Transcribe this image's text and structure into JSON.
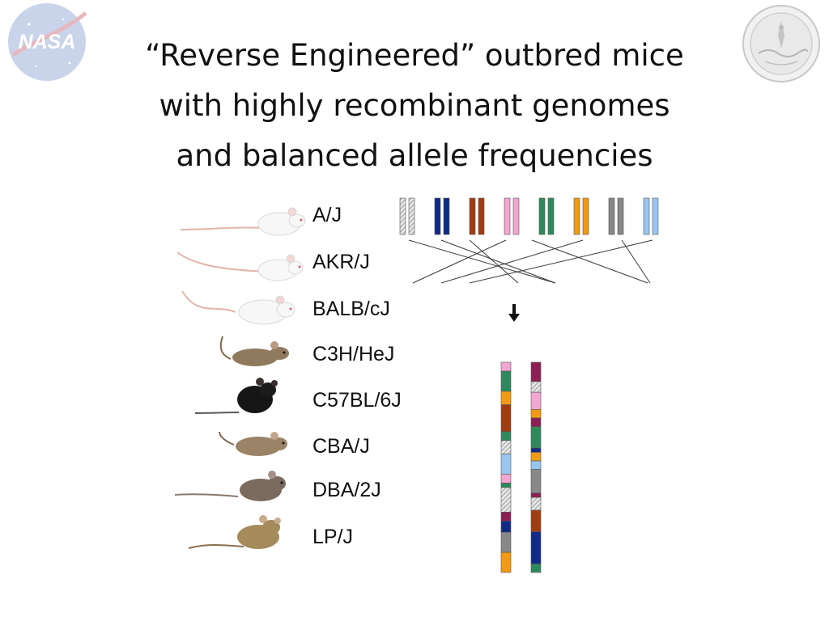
{
  "title": {
    "line1": "“Reverse Engineered” outbred mice",
    "line2": "with highly recombinant genomes",
    "line3": "and balanced allele frequencies"
  },
  "logos": {
    "nasa_text": "NASA"
  },
  "colors": {
    "hatched": "#9a9a9a",
    "navy": "#102a88",
    "rust": "#a23c10",
    "pink": "#f2a6d2",
    "green": "#2e8a5c",
    "orange": "#f29b12",
    "gray": "#888888",
    "light_blue": "#98c6f0",
    "maroon": "#8c1f55"
  },
  "strains": [
    {
      "label": "A/J",
      "coat": "white",
      "founder_color": "hatched"
    },
    {
      "label": "AKR/J",
      "coat": "white",
      "founder_color": "navy"
    },
    {
      "label": "BALB/cJ",
      "coat": "white",
      "founder_color": "rust"
    },
    {
      "label": "C3H/HeJ",
      "coat": "agouti",
      "founder_color": "pink"
    },
    {
      "label": "C57BL/6J",
      "coat": "black",
      "founder_color": "green"
    },
    {
      "label": "CBA/J",
      "coat": "agouti",
      "founder_color": "orange"
    },
    {
      "label": "DBA/2J",
      "coat": "brown",
      "founder_color": "gray"
    },
    {
      "label": "LP/J",
      "coat": "agouti",
      "founder_color": "light_blue"
    }
  ],
  "founder_chromosomes": [
    "hatched",
    "navy",
    "rust",
    "pink",
    "green",
    "orange",
    "gray",
    "light_blue"
  ],
  "recombinant_chromosome_1": [
    [
      "pink",
      4
    ],
    [
      "green",
      9
    ],
    [
      "orange",
      6
    ],
    [
      "rust",
      12
    ],
    [
      "green",
      4
    ],
    [
      "hatched",
      6
    ],
    [
      "light_blue",
      9
    ],
    [
      "pink",
      4
    ],
    [
      "green",
      2
    ],
    [
      "hatched",
      11
    ],
    [
      "maroon",
      4
    ],
    [
      "navy",
      5
    ],
    [
      "gray",
      9
    ],
    [
      "orange",
      9
    ]
  ],
  "recombinant_chromosome_2": [
    [
      "maroon",
      9
    ],
    [
      "hatched",
      5
    ],
    [
      "pink",
      8
    ],
    [
      "orange",
      4
    ],
    [
      "maroon",
      4
    ],
    [
      "green",
      10
    ],
    [
      "navy",
      2
    ],
    [
      "orange",
      4
    ],
    [
      "light_blue",
      4
    ],
    [
      "gray",
      11
    ],
    [
      "maroon",
      2
    ],
    [
      "hatched",
      6
    ],
    [
      "rust",
      10
    ],
    [
      "navy",
      15
    ],
    [
      "green",
      4
    ]
  ]
}
